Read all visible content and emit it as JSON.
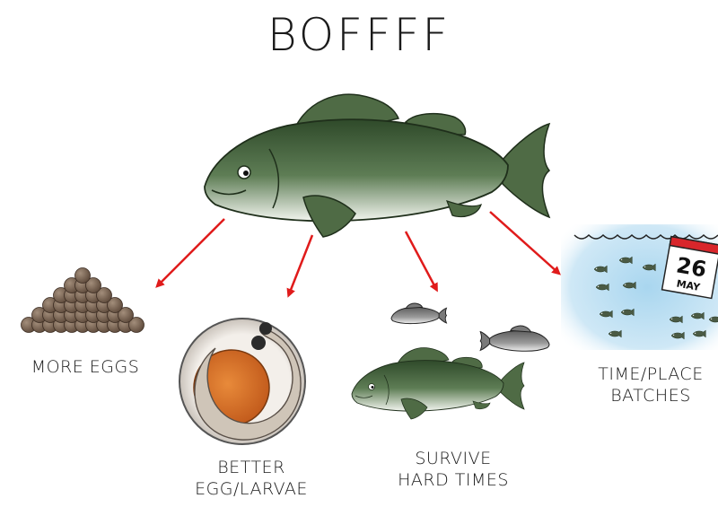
{
  "title": "BOFFFF",
  "labels": {
    "more_eggs": "MORE EGGS",
    "better_line1": "BETTER",
    "better_line2": "EGG/LARVAE",
    "survive_line1": "SURVIVE",
    "survive_line2": "HARD TIMES",
    "time_line1": "TIME/PLACE",
    "time_line2": "BATCHES"
  },
  "calendar": {
    "day": "26",
    "month": "MAY"
  },
  "colors": {
    "fish_green": "#3f5f37",
    "fin_green": "#4f6b45",
    "arrow_red": "#e01b1b",
    "egg_brown": "#6e5a4a",
    "yolk_orange": "#d96a1f",
    "water_blue": "#bfe0f2",
    "grey_fish": "#8a8a8a"
  }
}
